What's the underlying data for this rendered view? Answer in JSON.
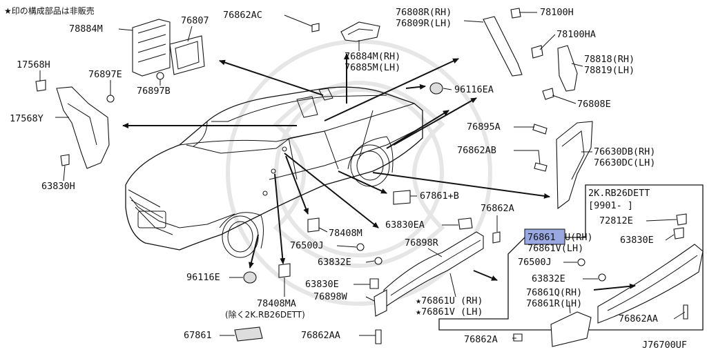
{
  "header_note": "★印の構成部品は非販売",
  "figure_id": "J76700UF",
  "highlight_color": "#99a8e0",
  "labels": {
    "p78884M": "78884M",
    "p76807": "76807",
    "p76862AC": "76862AC",
    "p76884M": "76884M(RH)",
    "p76885M": "76885M(LH)",
    "p76808R": "76808R(RH)",
    "p76809R": "76809R(LH)",
    "p78100H": "78100H",
    "p78100HA": "78100HA",
    "p78818": "78818(RH)",
    "p78819": "78819(LH)",
    "p76808E": "76808E",
    "p17568H": "17568H",
    "p76897E": "76897E",
    "p76897B": "76897B",
    "p17568Y": "17568Y",
    "p63830H": "63830H",
    "p96116EA": "96116EA",
    "p76895A": "76895A",
    "p76862AB": "76862AB",
    "p76630DB": "76630DB(RH)",
    "p76630DC": "76630DC(LH)",
    "p67861B": "67861+B",
    "p76862A_top": "76862A",
    "p63830EA": "63830EA",
    "p78408M": "78408M",
    "p76500J_left": "76500J",
    "p76898R": "76898R",
    "p63832E_left": "63832E",
    "p96116E": "96116E",
    "p63830E_left": "63830E",
    "p76898W": "76898W",
    "p78408MA": "78408MA",
    "p_exclude": "(除く2K.RB26DETT)",
    "p76861U_star": "★76861U (RH)",
    "p76861V_star": "★76861V (LH)",
    "p67861": "67861",
    "p76862AA_left": "76862AA",
    "box_title": "2K.RB26DETT",
    "box_date": "[9901-     ]",
    "p72812E": "72812E",
    "p76861U_hl_part": "76861",
    "p76861U_rest": "U(RH)",
    "p76861V": "76861V(LH)",
    "p63830E_right": "63830E",
    "p76500J_right": "76500J",
    "p63832E_right": "63832E",
    "p76861Q": "76861Q(RH)",
    "p76861R": "76861R(LH)",
    "p76862AA_right": "76862AA",
    "p76862A_bottom": "76862A"
  }
}
